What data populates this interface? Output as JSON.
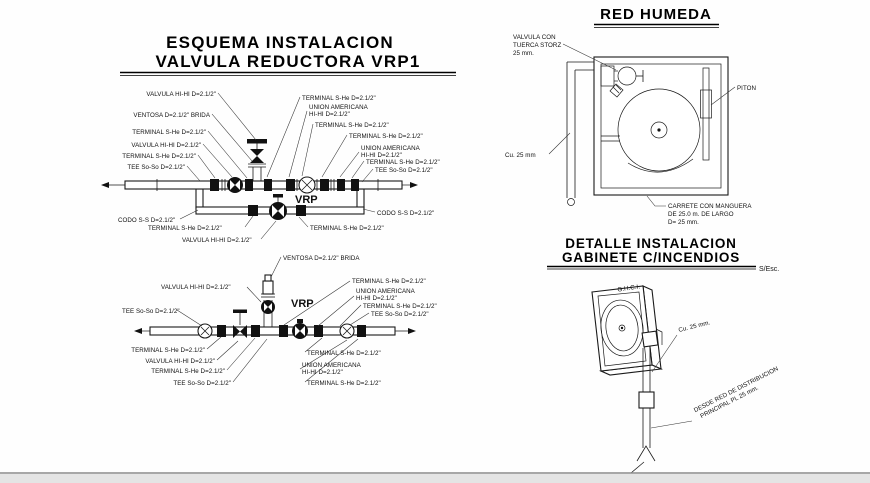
{
  "esquema": {
    "title1": "ESQUEMA INSTALACION",
    "title2": "VALVULA REDUCTORA VRP1",
    "vrp": "VRP",
    "upper": {
      "left": [
        "VALVULA HI-HI D=2.1/2\"",
        "VENTOSA D=2.1/2\" BRIDA",
        "TERMINAL S-He D=2.1/2\"",
        "VALVULA HI-HI D=2.1/2\"",
        "TERMINAL S-He D=2.1/2\"",
        "TEE So-So D=2.1/2\""
      ],
      "right": [
        "TERMINAL S-He D=2.1/2\"",
        "UNION AMERICANA",
        "HI-HI D=2.1/2\"",
        "TERMINAL S-He D=2.1/2\"",
        "TERMINAL S-He D=2.1/2\"",
        "UNION AMERICANA",
        "HI-HI D=2.1/2\"",
        "TERMINAL S-He D=2.1/2\"",
        "TEE So-So D=2.1/2\""
      ],
      "bottom": [
        "CODO S-S D=2.1/2\"",
        "TERMINAL S-He D=2.1/2\"",
        "VALVULA HI-HI D=2.1/2\"",
        "TERMINAL S-He D=2.1/2\"",
        "CODO S-S D=2.1/2\""
      ]
    },
    "lower": {
      "top": [
        "VENTOSA D=2.1/2\" BRIDA",
        "VALVULA HI-HI D=2.1/2\"",
        "TEE So-So D=2.1/2\"",
        "TERMINAL S-He D=2.1/2\"",
        "UNION AMERICANA",
        "HI-HI D=2.1/2\"",
        "TERMINAL S-He D=2.1/2\"",
        "TEE So-So D=2.1/2\""
      ],
      "bottom": [
        "TERMINAL S-He D=2.1/2\"",
        "VALVULA HI-HI D=2.1/2\"",
        "TERMINAL S-He D=2.1/2\"",
        "TEE So-So D=2.1/2\"",
        "TERMINAL S-He D=2.1/2\"",
        "UNION AMERICANA",
        "HI-HI D=2.1/2\"",
        "TERMINAL S-He D=2.1/2\""
      ]
    }
  },
  "red_humeda": {
    "title": "RED HUMEDA",
    "valvula": [
      "VALVULA CON",
      "TUERCA STORZ",
      "25 mm."
    ],
    "piton": "PITON",
    "cu": "Cu. 25 mm",
    "carrete": [
      "CARRETE CON MANGUERA",
      "DE 25.0 m. DE LARGO",
      "D= 25 mm."
    ]
  },
  "detalle": {
    "title1": "DETALLE INSTALACION",
    "title2": "GABINETE C/INCENDIOS",
    "escala": "S/Esc.",
    "ghci": "G.H.C.I.",
    "cu": "Cu. 25 mm.",
    "desde": [
      "DESDE RED DE DISTRIBUCION",
      "PRINCIPAL PL 25 mm."
    ]
  },
  "colors": {
    "line": "#1a1a1a",
    "background": "#ffffff",
    "footer_bar": "#e4e4e4"
  }
}
